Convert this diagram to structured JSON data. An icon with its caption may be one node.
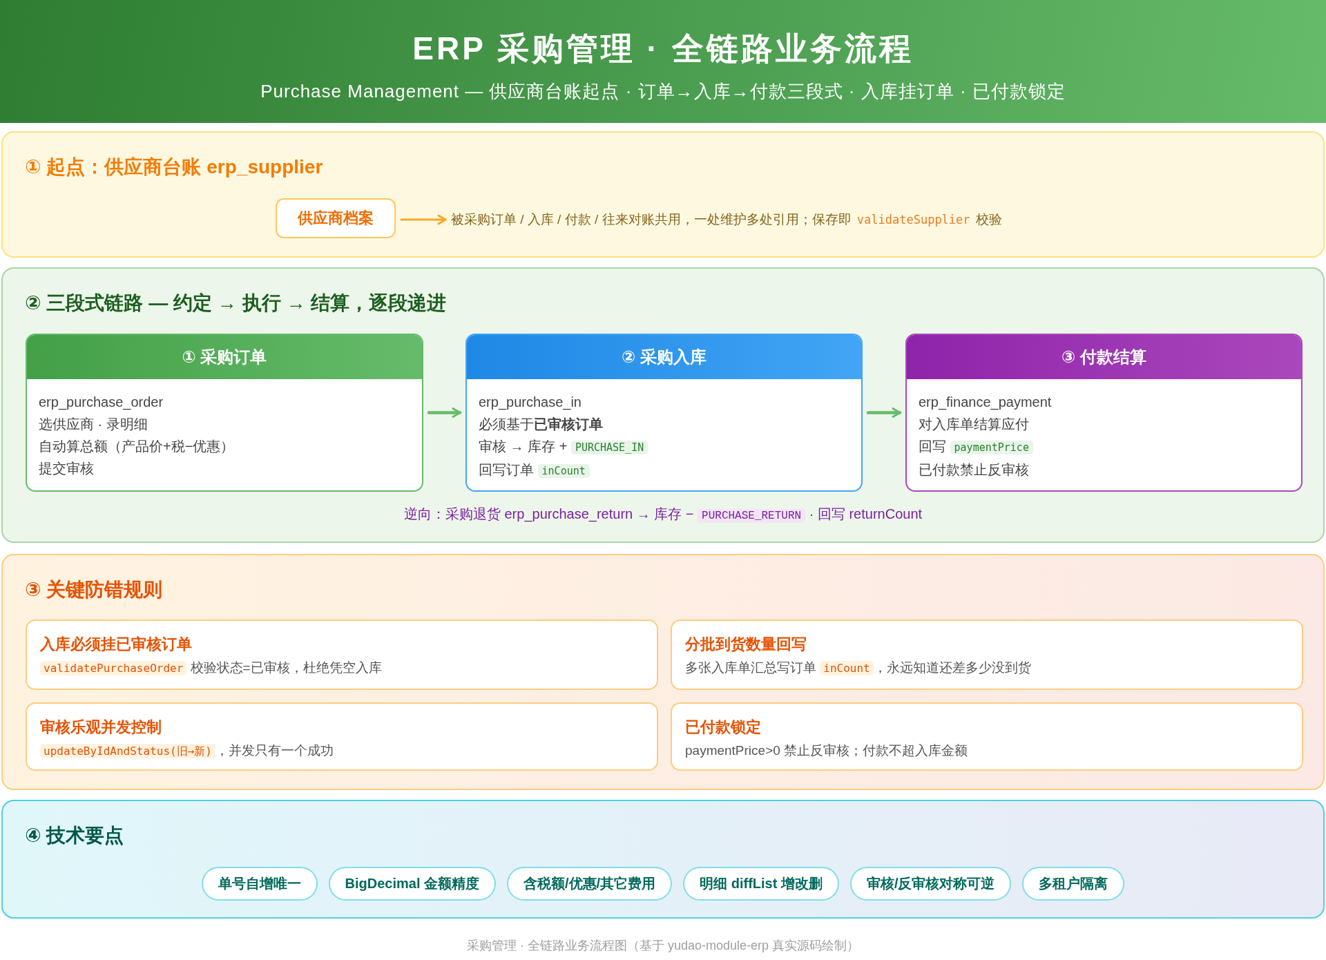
{
  "diagram": {
    "title": "ERP 采购管理 · 全链路业务流程",
    "caption": "采购管理 · 全链路业务流程图（基于 yudao-module-erp 真实源码绘制）",
    "nodes": [
      {
        "text": [
          "① 起点：供应商台账 erp_supplier"
        ]
      },
      {
        "text": [
          "供应商档案"
        ],
        "in": 0
      },
      {
        "text": [
          "被采购订单 / 入库 / 付款 / 往来对账共用，一处维护多处引用；保存即 validateSupplier 校验"
        ],
        "in": 0
      },
      {
        "text": [
          "② 三段式链路 — 约定 → 执行 → 结算，逐段递进"
        ]
      },
      {
        "text": [
          "① 采购订单",
          "erp_purchase_order",
          "选供应商 · 录明细",
          "自动算总额（产品价+税−优惠）",
          "提交审核"
        ],
        "in": 3
      },
      {
        "text": [
          "② 采购入库",
          "erp_purchase_in",
          "必须基于**已审核订单**",
          "审核 → 库存 + PURCHASE_IN",
          "回写订单 inCount"
        ],
        "in": 3
      },
      {
        "text": [
          "③ 付款结算",
          "erp_finance_payment",
          "对入库单结算应付",
          "回写 paymentPrice",
          "已付款禁止反审核"
        ],
        "in": 3
      },
      {
        "text": [
          "③ 关键防错规则"
        ]
      },
      {
        "text": [
          "入库必须挂已审核订单",
          "validatePurchaseOrder 校验状态=已审核，杜绝凭空入库"
        ],
        "in": 7
      },
      {
        "text": [
          "分批到货数量回写",
          "多张入库单汇总写订单 inCount，永远知道还差多少没到货"
        ],
        "in": 7
      },
      {
        "text": [
          "审核乐观并发控制",
          "updateByIdAndStatus(旧→新)，并发只有一个成功"
        ],
        "in": 7
      },
      {
        "text": [
          "已付款锁定",
          "paymentPrice>0 禁止反审核；付款不超入库金额"
        ],
        "in": 7
      },
      {
        "text": [
          "④ 技术要点"
        ]
      },
      {
        "text": [
          "单号自增唯一"
        ],
        "in": 12
      },
      {
        "text": [
          "BigDecimal 金额精度"
        ],
        "in": 12
      },
      {
        "text": [
          "含税额/优惠/其它费用"
        ],
        "in": 12
      },
      {
        "text": [
          "明细 diffList 增改删"
        ],
        "in": 12
      },
      {
        "text": [
          "审核/反审核对称可逆"
        ],
        "in": 12
      },
      {
        "text": [
          "多租户隔离"
        ],
        "in": 12
      }
    ],
    "edges": [
      {
        "from": 1,
        "to": 2,
        "arrow": "to",
        "color": "#f9a825"
      },
      {
        "from": 4,
        "to": 5,
        "arrow": "to"
      },
      {
        "from": 5,
        "to": 6,
        "arrow": "to"
      }
    ],
    "labels": [
      "Purchase Management — 供应商台账起点 · 订单→入库→付款三段式 · 入库挂订单 · 已付款锁定",
      "逆向：采购退货 erp_purchase_return → 库存 − PURCHASE_RETURN · 回写 returnCount"
    ]
  }
}
